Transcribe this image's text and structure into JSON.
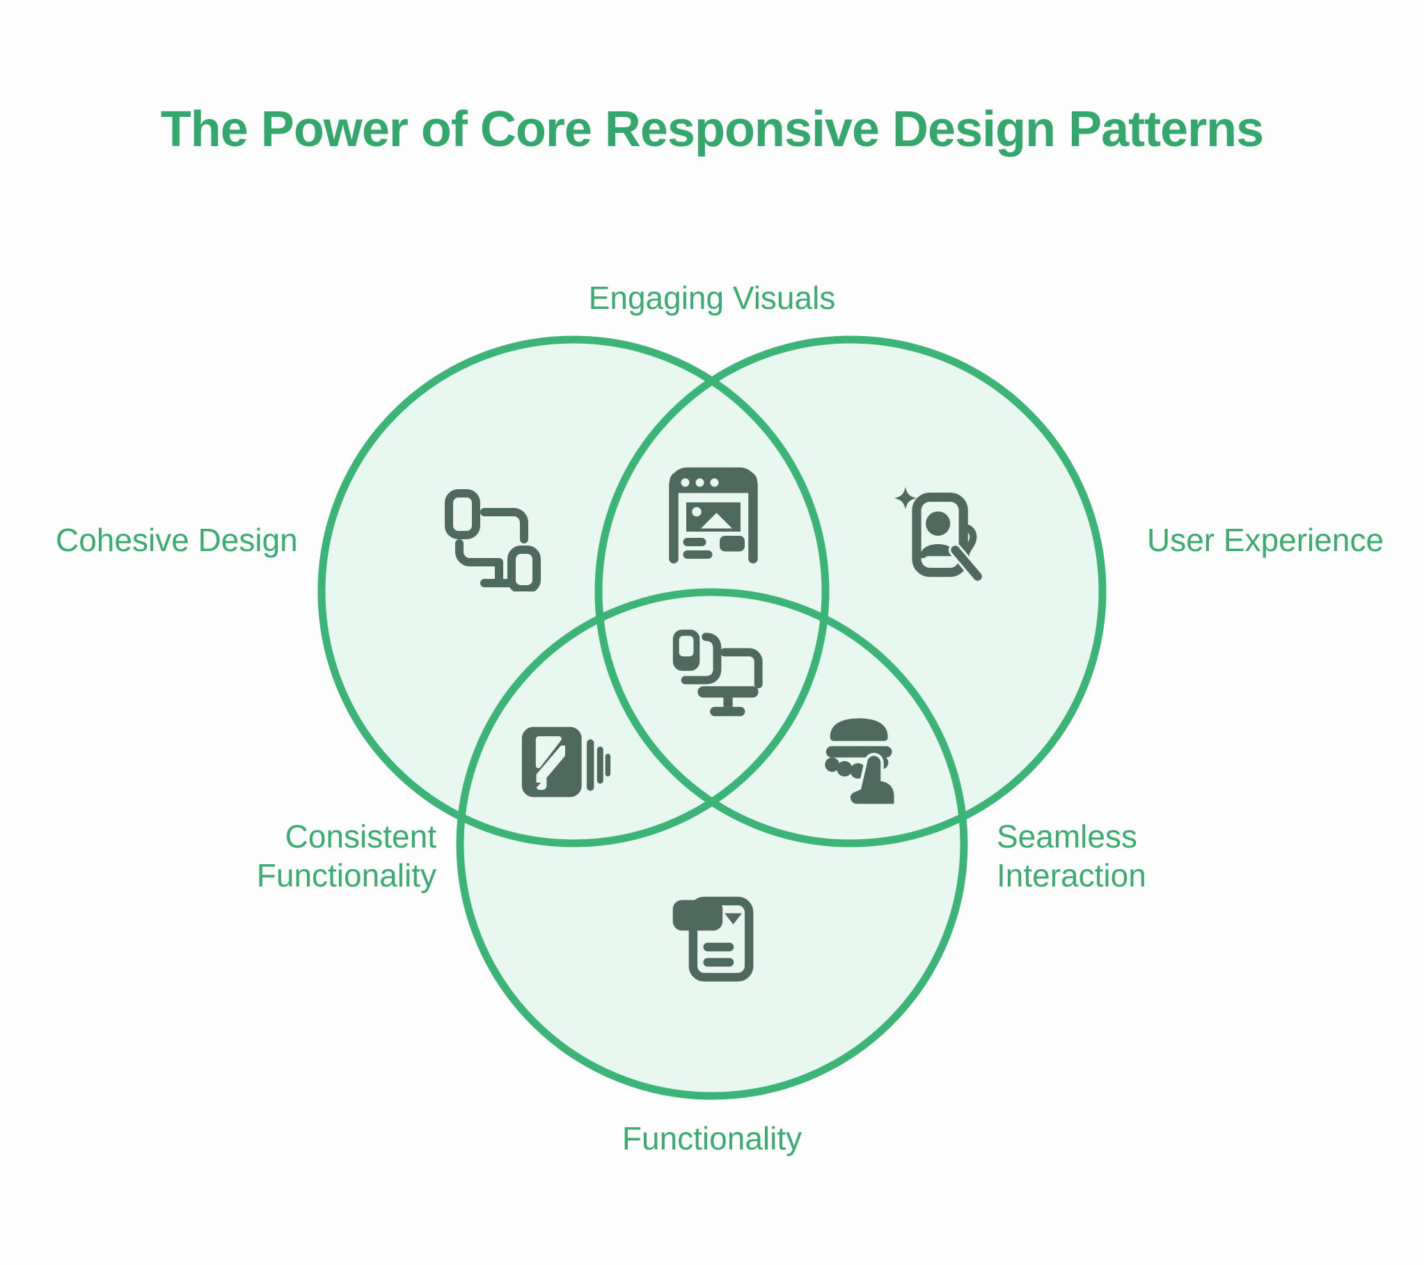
{
  "title": "The Power of Core Responsive Design Patterns",
  "colors": {
    "title_green": "#34A86C",
    "label_green": "#3CAB72",
    "circle_stroke": "#3CB377",
    "circle_fill": "#E8F7EF",
    "icon_color": "#4E695D",
    "background": "#FDFDFD"
  },
  "venn": {
    "circles": [
      {
        "label": "Cohesive Design",
        "icon": "devices-link-icon",
        "position": "top-left"
      },
      {
        "label": "User Experience",
        "icon": "phone-selfie-icon",
        "position": "top-right"
      },
      {
        "label": "Functionality",
        "icon": "form-dropdown-icon",
        "position": "bottom"
      }
    ],
    "intersections": [
      {
        "label": "Engaging Visuals",
        "icon": "browser-image-icon",
        "between": [
          "Cohesive Design",
          "User Experience"
        ]
      },
      {
        "label": "Consistent Functionality",
        "icon": "stacked-cards-icon",
        "between": [
          "Cohesive Design",
          "Functionality"
        ]
      },
      {
        "label": "Seamless Interaction",
        "icon": "burger-tap-icon",
        "between": [
          "User Experience",
          "Functionality"
        ]
      },
      {
        "label": "",
        "icon": "responsive-devices-icon",
        "between": [
          "Cohesive Design",
          "User Experience",
          "Functionality"
        ]
      }
    ]
  }
}
